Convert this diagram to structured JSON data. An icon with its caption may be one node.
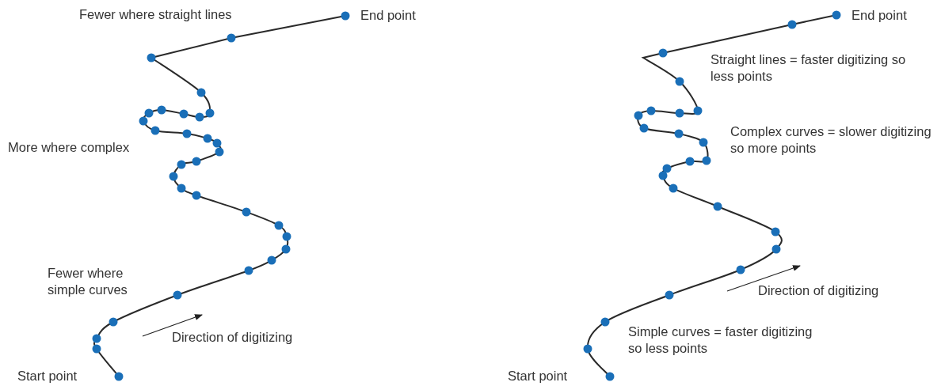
{
  "diagram": {
    "labels": [
      "Fewer where straight lines",
      "End point",
      "More where complex",
      "Fewer where simple curves",
      "Direction of digitizing",
      "Start point",
      "End point",
      "Straight lines = faster digitizing so less points",
      "Complex curves = slower digitizing so more points",
      "Direction of digitizing",
      "Simple curves = faster digitizing so less points",
      "Start point"
    ]
  }
}
